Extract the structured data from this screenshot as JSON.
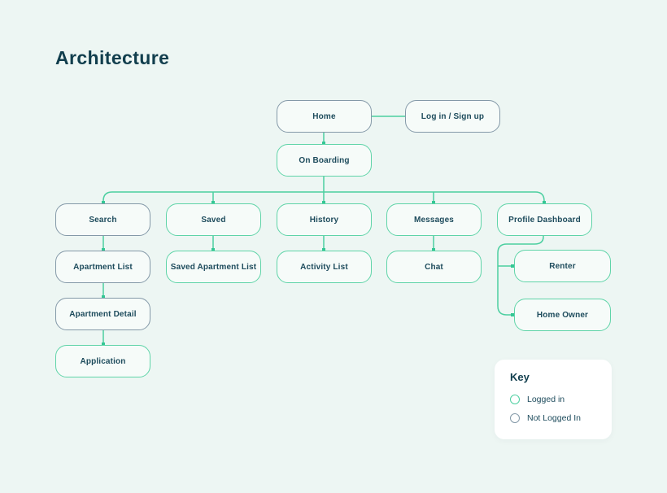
{
  "title": "Architecture",
  "colors": {
    "background": "#edf6f3",
    "node_fill": "#f6fbf9",
    "logged_in": "#5fd4a8",
    "not_logged_in": "#8499a8",
    "connector": "#4ccfa0",
    "text": "#1d4b5c",
    "title_text": "#113e4d"
  },
  "nodes": [
    {
      "id": "home",
      "label": "Home",
      "status": "not_logged_in"
    },
    {
      "id": "login-signup",
      "label": "Log in / Sign up",
      "status": "not_logged_in"
    },
    {
      "id": "onboarding",
      "label": "On Boarding",
      "status": "logged_in"
    },
    {
      "id": "search",
      "label": "Search",
      "status": "not_logged_in"
    },
    {
      "id": "saved",
      "label": "Saved",
      "status": "logged_in"
    },
    {
      "id": "history",
      "label": "History",
      "status": "logged_in"
    },
    {
      "id": "messages",
      "label": "Messages",
      "status": "logged_in"
    },
    {
      "id": "profile-dashboard",
      "label": "Profile Dashboard",
      "status": "logged_in"
    },
    {
      "id": "apartment-list",
      "label": "Apartment List",
      "status": "not_logged_in"
    },
    {
      "id": "saved-apartment-list",
      "label": "Saved Apartment List",
      "status": "logged_in"
    },
    {
      "id": "activity-list",
      "label": "Activity List",
      "status": "logged_in"
    },
    {
      "id": "chat",
      "label": "Chat",
      "status": "logged_in"
    },
    {
      "id": "renter",
      "label": "Renter",
      "status": "logged_in"
    },
    {
      "id": "apartment-detail",
      "label": "Apartment Detail",
      "status": "not_logged_in"
    },
    {
      "id": "home-owner",
      "label": "Home Owner",
      "status": "logged_in"
    },
    {
      "id": "application",
      "label": "Application",
      "status": "logged_in"
    }
  ],
  "edges": [
    {
      "from": "home",
      "to": "login-signup"
    },
    {
      "from": "home",
      "to": "onboarding"
    },
    {
      "from": "onboarding",
      "to": "search"
    },
    {
      "from": "onboarding",
      "to": "saved"
    },
    {
      "from": "onboarding",
      "to": "history"
    },
    {
      "from": "onboarding",
      "to": "messages"
    },
    {
      "from": "onboarding",
      "to": "profile-dashboard"
    },
    {
      "from": "search",
      "to": "apartment-list"
    },
    {
      "from": "apartment-list",
      "to": "apartment-detail"
    },
    {
      "from": "apartment-detail",
      "to": "application"
    },
    {
      "from": "saved",
      "to": "saved-apartment-list"
    },
    {
      "from": "history",
      "to": "activity-list"
    },
    {
      "from": "messages",
      "to": "chat"
    },
    {
      "from": "profile-dashboard",
      "to": "renter"
    },
    {
      "from": "profile-dashboard",
      "to": "home-owner"
    }
  ],
  "key": {
    "title": "Key",
    "items": [
      {
        "label": "Logged in",
        "status": "logged_in"
      },
      {
        "label": "Not Logged In",
        "status": "not_logged_in"
      }
    ]
  }
}
